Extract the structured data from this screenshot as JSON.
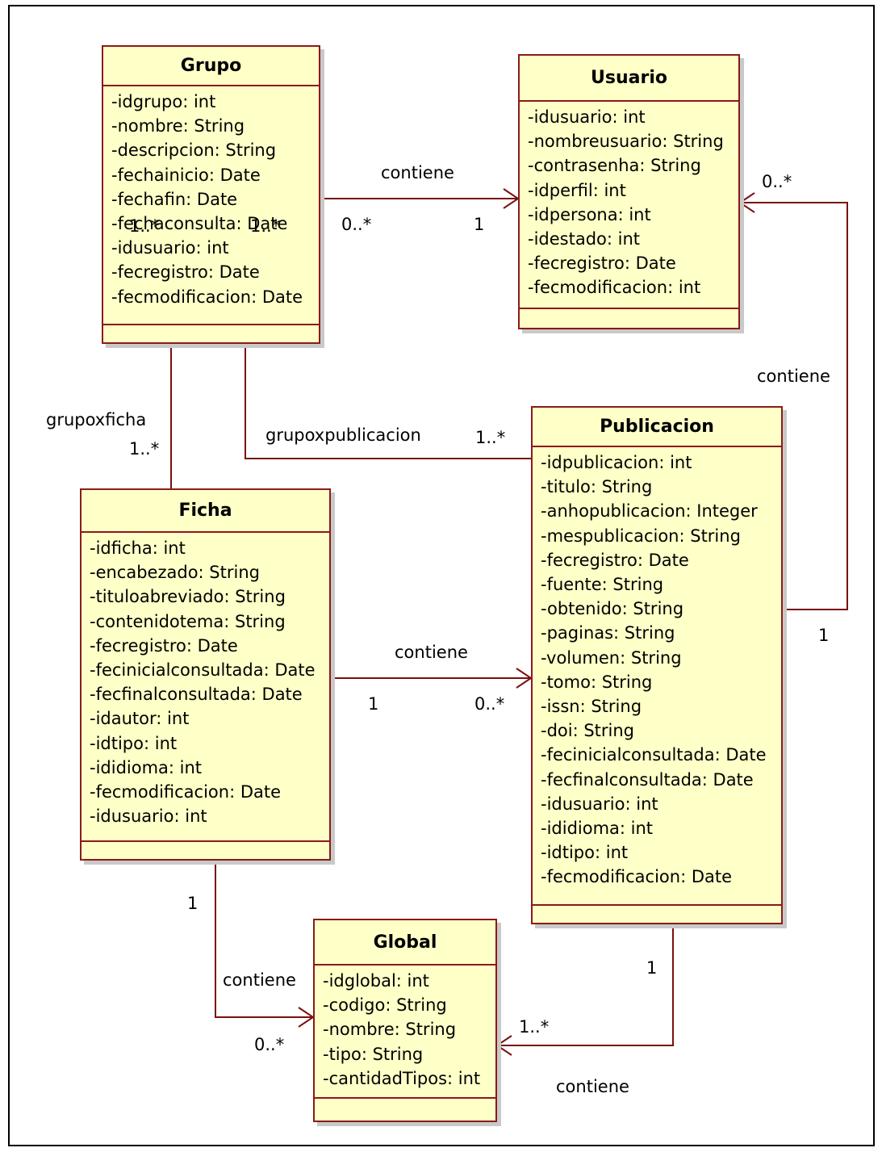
{
  "classes": {
    "grupo": {
      "name": "Grupo",
      "attributes": [
        "-idgrupo: int",
        "-nombre: String",
        "-descripcion: String",
        "-fechainicio: Date",
        "-fechafin: Date",
        "-fechaconsulta: Date",
        "-idusuario: int",
        "-fecregistro: Date",
        "-fecmodificacion: Date"
      ]
    },
    "usuario": {
      "name": "Usuario",
      "attributes": [
        "-idusuario: int",
        "-nombreusuario: String",
        "-contrasenha: String",
        "-idperfil: int",
        "-idpersona: int",
        "-idestado: int",
        "-fecregistro: Date",
        "-fecmodificacion: int"
      ]
    },
    "publicacion": {
      "name": "Publicacion",
      "attributes": [
        "-idpublicacion: int",
        "-titulo: String",
        "-anhopublicacion: Integer",
        "-mespublicacion: String",
        "-fecregistro: Date",
        "-fuente: String",
        "-obtenido: String",
        "-paginas: String",
        "-volumen: String",
        "-tomo: String",
        "-issn: String",
        "-doi: String",
        "-fecinicialconsultada: Date",
        "-fecfinalconsultada: Date",
        "-idusuario: int",
        "-ididioma: int",
        "-idtipo: int",
        "-fecmodificacion: Date"
      ]
    },
    "ficha": {
      "name": "Ficha",
      "attributes": [
        "-idficha: int",
        "-encabezado: String",
        "-tituloabreviado: String",
        "-contenidotema: String",
        "-fecregistro: Date",
        "-fecinicialconsultada: Date",
        "-fecfinalconsultada: Date",
        "-idautor: int",
        "-idtipo: int",
        "-ididioma: int",
        "-fecmodificacion: Date",
        "-idusuario: int"
      ]
    },
    "global": {
      "name": "Global",
      "attributes": [
        "-idglobal: int",
        "-codigo: String",
        "-nombre: String",
        "-tipo: String",
        "-cantidadTipos: int"
      ]
    }
  },
  "associations": {
    "grupo_usuario": {
      "label": "contiene",
      "source_mult": "0..*",
      "target_mult": "1"
    },
    "publicacion_usuario": {
      "label": "contiene",
      "source_mult": "1",
      "target_mult": "0..*"
    },
    "grupo_ficha": {
      "label": "grupoxficha",
      "grupo_mult": "1..*",
      "ficha_mult": "1..*"
    },
    "grupo_publicacion": {
      "label": "grupoxpublicacion",
      "grupo_mult": "1..*",
      "publicacion_mult": "1..*"
    },
    "ficha_publicacion": {
      "label": "contiene",
      "source_mult": "1",
      "target_mult": "0..*"
    },
    "ficha_global": {
      "label": "contiene",
      "source_mult": "1",
      "target_mult": "0..*"
    },
    "publicacion_global": {
      "label": "contiene",
      "source_mult": "1",
      "target_mult": "1..*"
    }
  },
  "colors": {
    "class_fill": "#ffffc8",
    "class_border": "#8b1a1a",
    "line": "#7a1010",
    "text": "#000000"
  }
}
